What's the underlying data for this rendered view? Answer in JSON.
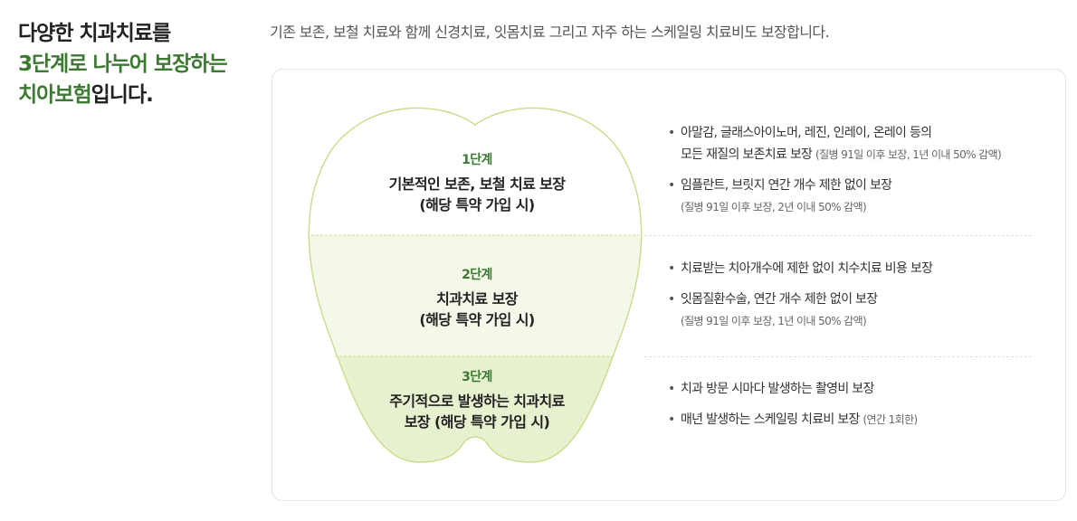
{
  "headline": {
    "line1": "다양한 치과치료를",
    "line2": "3단계로 나누어 보장하는",
    "line3_accent": "치아보험",
    "line3_rest": "입니다."
  },
  "intro": "기존 보존, 보철 치료와 함께 신경치료, 잇몸치료 그리고 자주 하는 스케일링 치료비도 보장합니다.",
  "colors": {
    "accent": "#3c7a32",
    "tooth_outline": "#c8dc8a",
    "stage2_fill": "#f4f8e9",
    "stage3_fill": "#e8f1cf"
  },
  "stages": [
    {
      "num": "1단계",
      "title_line1": "기본적인 보존, 보철 치료 보장",
      "title_line2": "(해당 특약 가입 시)",
      "benefits": [
        {
          "text": "아말감, 글래스아이노머, 레진, 인레이, 온레이 등의",
          "text2": "모든 재질의 보존치료 보장",
          "note": "(질병 91일 이후 보장, 1년 이내 50% 감액)"
        },
        {
          "text": "임플란트, 브릿지 연간 개수 제한 없이 보장",
          "text2": "",
          "note": "(질병 91일 이후 보장, 2년 이내 50% 감액)"
        }
      ]
    },
    {
      "num": "2단계",
      "title_line1": "치과치료 보장",
      "title_line2": "(해당 특약 가입 시)",
      "benefits": [
        {
          "text": "치료받는 치아개수에 제한 없이 치수치료 비용 보장",
          "note": ""
        },
        {
          "text": "잇몸질환수술, 연간 개수 제한 없이 보장",
          "note": "(질병 91일 이후 보장, 1년 이내 50% 감액)"
        }
      ]
    },
    {
      "num": "3단계",
      "title_line1": "주기적으로 발생하는 치과치료",
      "title_line2": "보장 (해당 특약 가입 시)",
      "benefits": [
        {
          "text": "치과 방문 시마다 발생하는 촬영비 보장",
          "note": ""
        },
        {
          "text": "매년 발생하는 스케일링 치료비 보장",
          "note": "(연간 1회한)"
        }
      ]
    }
  ]
}
